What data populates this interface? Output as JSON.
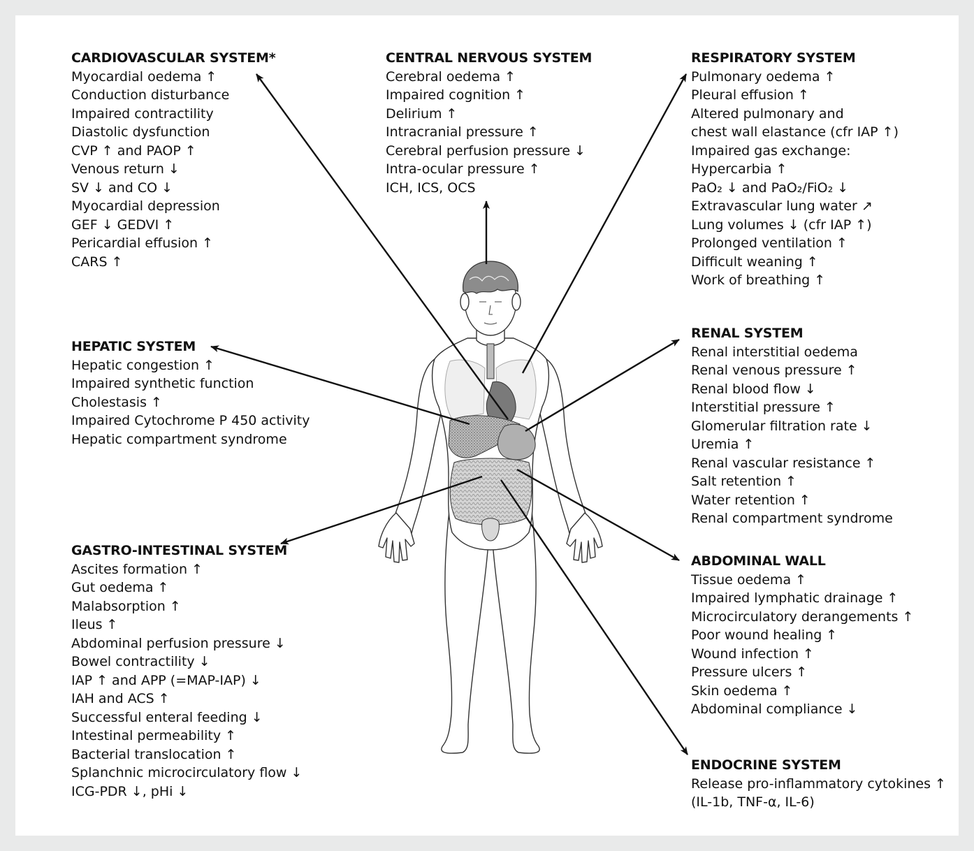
{
  "sections": {
    "cardiovascular": {
      "title": "CARDIOVASCULAR SYSTEM*",
      "items": [
        "Myocardial oedema ↑",
        "Conduction disturbance",
        "Impaired contractility",
        "Diastolic dysfunction",
        "CVP ↑ and PAOP ↑",
        "Venous return ↓",
        "SV ↓ and CO ↓",
        "Myocardial depression",
        "GEF ↓ GEDVI ↑",
        "Pericardial effusion ↑",
        "CARS ↑"
      ]
    },
    "cns": {
      "title": "CENTRAL NERVOUS SYSTEM",
      "items": [
        "Cerebral oedema ↑",
        "Impaired cognition ↑",
        "Delirium ↑",
        "Intracranial pressure ↑",
        "Cerebral perfusion pressure ↓",
        "Intra-ocular pressure ↑",
        "ICH, ICS, OCS"
      ]
    },
    "respiratory": {
      "title": "RESPIRATORY SYSTEM",
      "items": [
        "Pulmonary oedema ↑",
        "Pleural effusion ↑",
        "Altered pulmonary and",
        "chest wall elastance (cfr IAP ↑)",
        "Impaired gas exchange:",
        "Hypercarbia ↑",
        "PaO₂ ↓ and PaO₂/FiO₂ ↓",
        "Extravascular lung water ↗",
        "Lung volumes ↓ (cfr IAP ↑)",
        "Prolonged ventilation ↑",
        "Difficult weaning ↑",
        "Work of breathing ↑"
      ]
    },
    "hepatic": {
      "title": "HEPATIC SYSTEM",
      "items": [
        "Hepatic congestion ↑",
        "Impaired synthetic function",
        "Cholestasis ↑",
        "Impaired Cytochrome P 450 activity",
        "Hepatic compartment syndrome"
      ]
    },
    "renal": {
      "title": "RENAL SYSTEM",
      "items": [
        "Renal interstitial oedema",
        "Renal venous pressure ↑",
        "Renal blood flow ↓",
        "Interstitial pressure ↑",
        "Glomerular filtration rate ↓",
        "Uremia ↑",
        "Renal vascular resistance ↑",
        "Salt retention ↑",
        "Water retention ↑",
        "Renal compartment syndrome"
      ]
    },
    "gi": {
      "title": "GASTRO-INTESTINAL SYSTEM",
      "items": [
        "Ascites formation ↑",
        "Gut oedema ↑",
        "Malabsorption ↑",
        "Ileus ↑",
        "Abdominal perfusion pressure ↓",
        "Bowel contractility ↓",
        "IAP ↑ and APP (=MAP-IAP) ↓",
        "IAH and ACS ↑",
        "Successful enteral feeding ↓",
        "Intestinal permeability ↑",
        "Bacterial translocation ↑",
        "Splanchnic microcirculatory flow ↓",
        "ICG-PDR ↓, pHi ↓"
      ]
    },
    "abdominal_wall": {
      "title": "ABDOMINAL WALL",
      "items": [
        "Tissue oedema ↑",
        "Impaired lymphatic drainage ↑",
        "Microcirculatory derangements ↑",
        "Poor wound healing ↑",
        "Wound infection ↑",
        "Pressure ulcers ↑",
        "Skin oedema ↑",
        "Abdominal compliance ↓"
      ]
    },
    "endocrine": {
      "title": "ENDOCRINE SYSTEM",
      "items": [
        "Release pro-inflammatory cytokines ↑",
        "(IL-1b, TNF-α, IL-6)"
      ]
    }
  },
  "colors": {
    "background": "#e9eaea",
    "panel": "#ffffff",
    "ink": "#111111",
    "organ_fill": "#9a9a9a"
  }
}
